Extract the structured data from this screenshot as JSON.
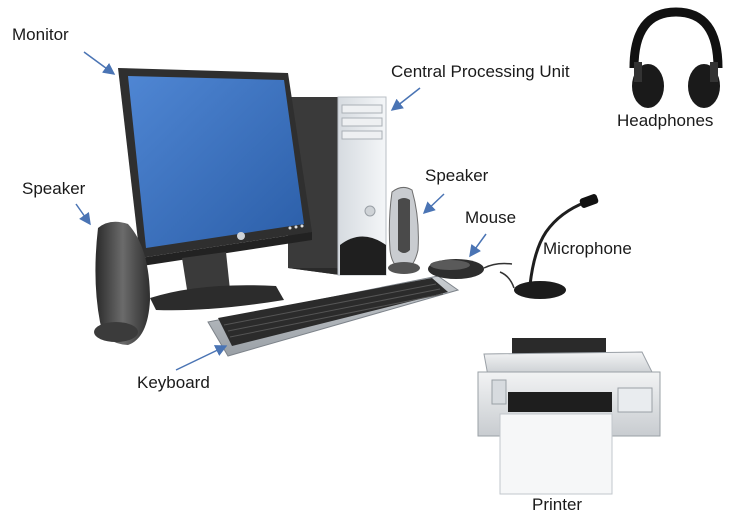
{
  "labels": {
    "monitor": "Monitor",
    "cpu": "Central Processing Unit",
    "headphones": "Headphones",
    "speaker_left": "Speaker",
    "speaker_right": "Speaker",
    "mouse": "Mouse",
    "microphone": "Microphone",
    "keyboard": "Keyboard",
    "printer": "Printer"
  },
  "colors": {
    "arrow": "#4a74b4",
    "screen": "#3a6fbf",
    "label_text": "#1a1a1a"
  }
}
